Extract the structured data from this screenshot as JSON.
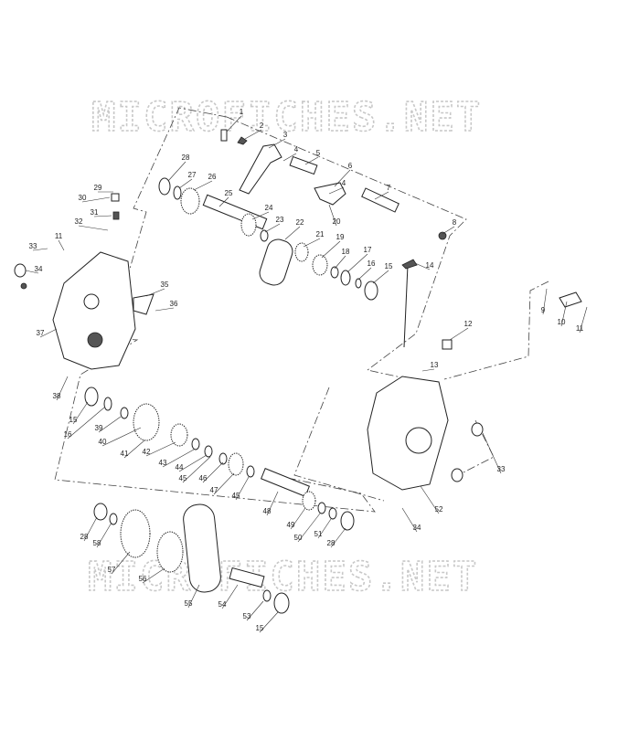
{
  "watermark": {
    "top": "MICROFICHES.NET",
    "bottom": "MICROFICHES.NET"
  },
  "callouts": [
    {
      "id": "c1",
      "text": "1"
    },
    {
      "id": "c2",
      "text": "2"
    },
    {
      "id": "c3",
      "text": "3"
    },
    {
      "id": "c4a",
      "text": "4"
    },
    {
      "id": "c5",
      "text": "5"
    },
    {
      "id": "c6",
      "text": "6"
    },
    {
      "id": "c4b",
      "text": "4"
    },
    {
      "id": "c7",
      "text": "7"
    },
    {
      "id": "c20",
      "text": "20"
    },
    {
      "id": "c8",
      "text": "8"
    },
    {
      "id": "c28a",
      "text": "28"
    },
    {
      "id": "c27",
      "text": "27"
    },
    {
      "id": "c26",
      "text": "26"
    },
    {
      "id": "c25",
      "text": "25"
    },
    {
      "id": "c24",
      "text": "24"
    },
    {
      "id": "c23",
      "text": "23"
    },
    {
      "id": "c22",
      "text": "22"
    },
    {
      "id": "c21",
      "text": "21"
    },
    {
      "id": "c19",
      "text": "19"
    },
    {
      "id": "c18",
      "text": "18"
    },
    {
      "id": "c17",
      "text": "17"
    },
    {
      "id": "c16a",
      "text": "16"
    },
    {
      "id": "c15a",
      "text": "15"
    },
    {
      "id": "c14",
      "text": "14"
    },
    {
      "id": "c29",
      "text": "29"
    },
    {
      "id": "c30",
      "text": "30"
    },
    {
      "id": "c31",
      "text": "31"
    },
    {
      "id": "c32",
      "text": "32"
    },
    {
      "id": "c33a",
      "text": "33"
    },
    {
      "id": "c11a",
      "text": "11"
    },
    {
      "id": "c34a",
      "text": "34"
    },
    {
      "id": "c35",
      "text": "35"
    },
    {
      "id": "c36",
      "text": "36"
    },
    {
      "id": "c37",
      "text": "37"
    },
    {
      "id": "c38",
      "text": "38"
    },
    {
      "id": "c9",
      "text": "9"
    },
    {
      "id": "c10",
      "text": "10"
    },
    {
      "id": "c11b",
      "text": "11"
    },
    {
      "id": "c12",
      "text": "12"
    },
    {
      "id": "c13",
      "text": "13"
    },
    {
      "id": "c15b",
      "text": "15"
    },
    {
      "id": "c16b",
      "text": "16"
    },
    {
      "id": "c39",
      "text": "39"
    },
    {
      "id": "c40",
      "text": "40"
    },
    {
      "id": "c41",
      "text": "41"
    },
    {
      "id": "c42",
      "text": "42"
    },
    {
      "id": "c43",
      "text": "43"
    },
    {
      "id": "c44",
      "text": "44"
    },
    {
      "id": "c45a",
      "text": "45"
    },
    {
      "id": "c46",
      "text": "46"
    },
    {
      "id": "c47",
      "text": "47"
    },
    {
      "id": "c45b",
      "text": "45"
    },
    {
      "id": "c48",
      "text": "48"
    },
    {
      "id": "c49",
      "text": "49"
    },
    {
      "id": "c50",
      "text": "50"
    },
    {
      "id": "c51",
      "text": "51"
    },
    {
      "id": "c28b",
      "text": "28"
    },
    {
      "id": "c33b",
      "text": "33"
    },
    {
      "id": "c52",
      "text": "52"
    },
    {
      "id": "c34b",
      "text": "34"
    },
    {
      "id": "c28c",
      "text": "28"
    },
    {
      "id": "c58",
      "text": "58"
    },
    {
      "id": "c57",
      "text": "57"
    },
    {
      "id": "c56",
      "text": "56"
    },
    {
      "id": "c55",
      "text": "55"
    },
    {
      "id": "c54",
      "text": "54"
    },
    {
      "id": "c53",
      "text": "53"
    },
    {
      "id": "c15c",
      "text": "15"
    }
  ]
}
